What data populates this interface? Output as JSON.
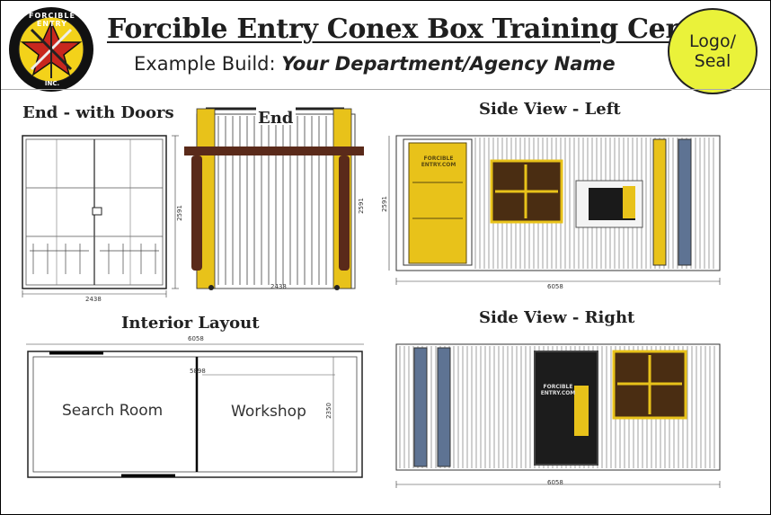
{
  "header": {
    "title": "Forcible Entry Conex Box Training Center",
    "subtitle_prefix": "Example Build: ",
    "subtitle_name": "Your Department/Agency Name",
    "logo_text_top": "FORCIBLE ENTRY",
    "logo_text_bottom": "INC.",
    "seal_line1": "Logo/",
    "seal_line2": "Seal"
  },
  "views": {
    "end_doors": {
      "label": "End - with Doors",
      "width_dim": "2438",
      "height_dim": "2591"
    },
    "end": {
      "label": "End",
      "width_dim": "2438",
      "height_dim": "2591"
    },
    "side_left": {
      "label": "Side View - Left",
      "width_dim": "6058",
      "height_dim": "2591",
      "door_text": "FORCIBLE ENTRY.COM"
    },
    "interior": {
      "label": "Interior Layout",
      "outer_dim": "6058",
      "inner_dim": "5898",
      "height_dim": "2350",
      "rooms": [
        "Search Room",
        "Workshop"
      ]
    },
    "side_right": {
      "label": "Side View - Right",
      "width_dim": "6058",
      "door_text": "FORCIBLE ENTRY.COM"
    }
  },
  "colors": {
    "prop_yellow": "#e8c21a",
    "prop_brown": "#5a2a1a",
    "steel_blue": "#5e7393",
    "seal_fill": "#eaf23a"
  }
}
